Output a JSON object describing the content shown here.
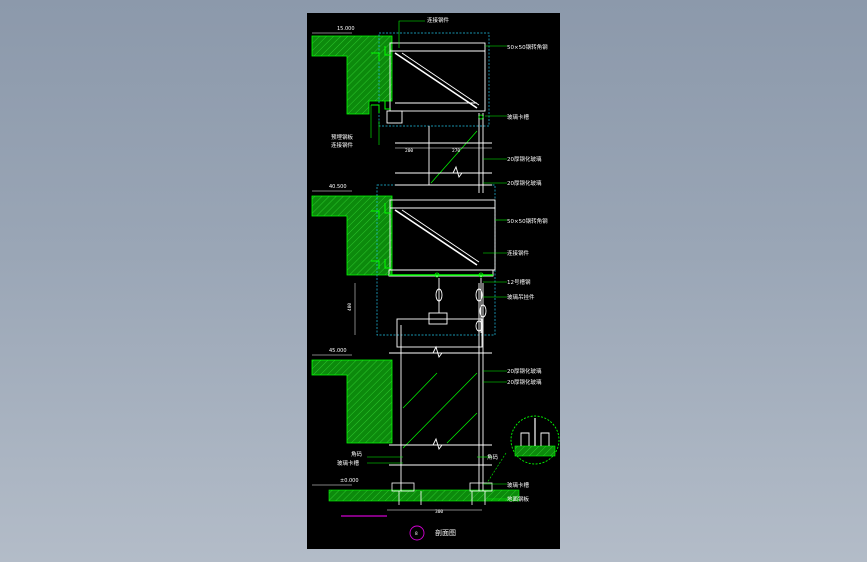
{
  "colors": {
    "background": "#000000",
    "leader_green": "#00ff00",
    "concrete": "#0f9a0f",
    "glass_white": "#ffffff",
    "dashed_cyan": "#22c4e8",
    "marker_magenta": "#d000d0"
  },
  "levels": {
    "top": "15.000",
    "mid": "40.500",
    "lower": "45.000",
    "ground": "±0.000"
  },
  "labels": {
    "connector_top": "连接钢件",
    "steel_angle_1": "50×50钢转角钢",
    "glass_clip_1": "玻璃卡槽",
    "embed_plate": "预埋钢板",
    "connector_left": "连接钢件",
    "glass_20_1": "20厚钢化玻璃",
    "glass_20_2": "20厚钢化玻璃",
    "steel_angle_2": "50×50钢转角钢",
    "connector_2": "连接钢件",
    "channel_12": "12号槽钢",
    "glass_hanger": "玻璃吊挂件",
    "glass_20_3": "20厚钢化玻璃",
    "glass_20_4": "20厚钢化玻璃",
    "angle_code_l": "角码",
    "glass_clip_l": "玻璃卡槽",
    "angle_code_r": "角码",
    "glass_clip_r": "玻璃卡槽",
    "floor_plate": "地面钢板"
  },
  "dims": {
    "d1": "200",
    "d2": "270",
    "d3": "400",
    "d4": "300"
  },
  "title": {
    "number": "8",
    "text": "剖面图"
  }
}
